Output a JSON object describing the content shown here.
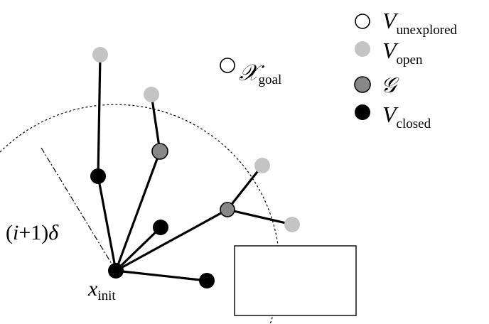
{
  "legend": {
    "unexplored": {
      "symbol": "V",
      "subscript": "unexplored",
      "color": "#ffffff"
    },
    "open": {
      "symbol": "V",
      "subscript": "open",
      "color": "#c4c4c4"
    },
    "graph": {
      "symbol": "𝒢",
      "color": "#888888"
    },
    "closed": {
      "symbol": "V",
      "subscript": "closed",
      "color": "#000000"
    }
  },
  "goal": {
    "symbol": "𝒳",
    "subscript": "goal"
  },
  "init": {
    "symbol": "x",
    "subscript": "init"
  },
  "radius_label": {
    "prefix": "(",
    "var": "i",
    "mid": "+1)",
    "delta": "δ"
  }
}
